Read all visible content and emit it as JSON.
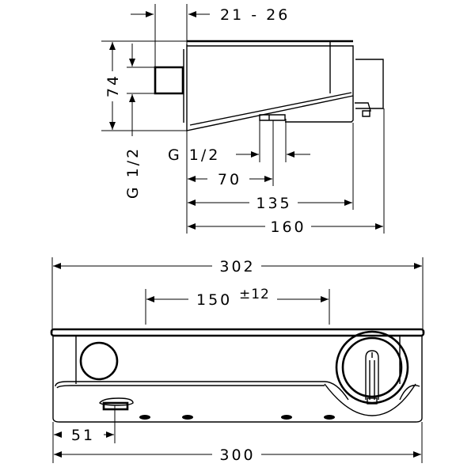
{
  "side_view": {
    "dim_wall_depth": "21  -  26",
    "dim_height": "74",
    "dim_left_connection": "G 1/2",
    "dim_outlet_thread": "G 1/2",
    "dim_outlet_distance": "70",
    "dim_body_depth": "135",
    "dim_total_depth": "160"
  },
  "front_view": {
    "dim_total_width_top": "302",
    "dim_connection_spacing": "150",
    "dim_connection_tolerance": "±12",
    "dim_outlet_offset": "51",
    "dim_total_width_bottom": "300"
  }
}
